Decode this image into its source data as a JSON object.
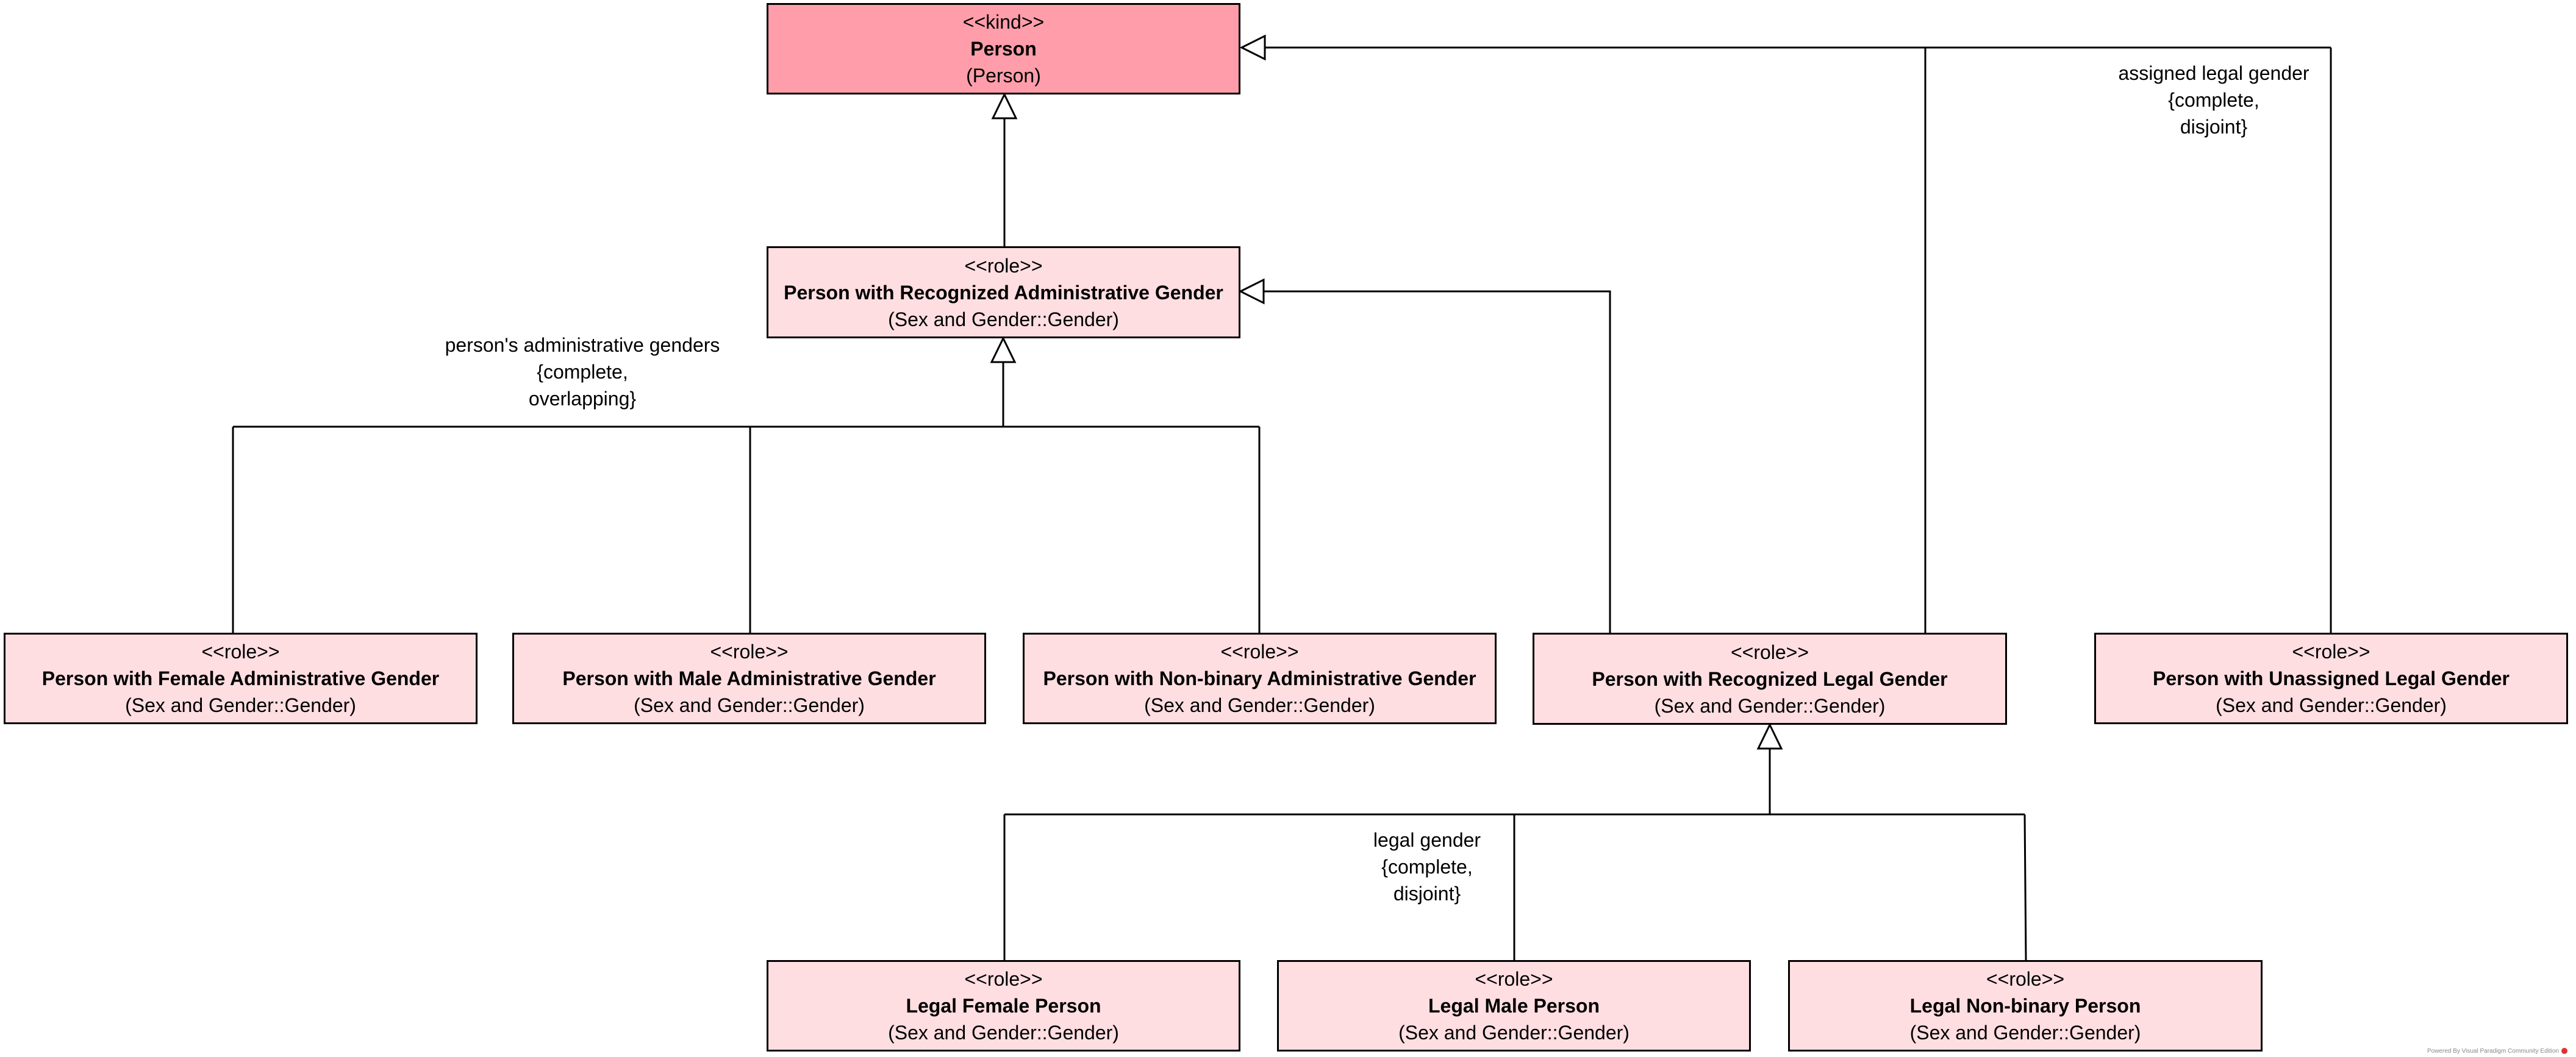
{
  "boxes": {
    "person": {
      "stereotype": "<<kind>>",
      "name": "Person",
      "package": "(Person)"
    },
    "admin": {
      "stereotype": "<<role>>",
      "name": "Person with Recognized Administrative Gender",
      "package": "(Sex and Gender::Gender)"
    },
    "female_admin": {
      "stereotype": "<<role>>",
      "name": "Person with Female Administrative Gender",
      "package": "(Sex and Gender::Gender)"
    },
    "male_admin": {
      "stereotype": "<<role>>",
      "name": "Person with Male Administrative Gender",
      "package": "(Sex and Gender::Gender)"
    },
    "nonbinary_admin": {
      "stereotype": "<<role>>",
      "name": "Person with Non-binary Administrative Gender",
      "package": "(Sex and Gender::Gender)"
    },
    "legal": {
      "stereotype": "<<role>>",
      "name": "Person with Recognized Legal Gender",
      "package": "(Sex and Gender::Gender)"
    },
    "unassigned_legal": {
      "stereotype": "<<role>>",
      "name": "Person with Unassigned Legal Gender",
      "package": "(Sex and Gender::Gender)"
    },
    "legal_female": {
      "stereotype": "<<role>>",
      "name": "Legal Female Person",
      "package": "(Sex and Gender::Gender)"
    },
    "legal_male": {
      "stereotype": "<<role>>",
      "name": "Legal Male Person",
      "package": "(Sex and Gender::Gender)"
    },
    "legal_nonbinary": {
      "stereotype": "<<role>>",
      "name": "Legal Non-binary Person",
      "package": "(Sex and Gender::Gender)"
    }
  },
  "gensets": {
    "admin_genders": {
      "name": "person's administrative genders",
      "constraint1": "{complete,",
      "constraint2": "overlapping}"
    },
    "assigned_legal": {
      "name": "assigned legal gender",
      "constraint1": "{complete,",
      "constraint2": "disjoint}"
    },
    "legal_gender": {
      "name": "legal gender",
      "constraint1": "{complete,",
      "constraint2": "disjoint}"
    }
  },
  "colors": {
    "kind_fill": "#ff9eaa",
    "role_fill": "#ffdee2",
    "line": "#000000"
  },
  "footer": "Powered By  Visual Paradigm Community Edition"
}
